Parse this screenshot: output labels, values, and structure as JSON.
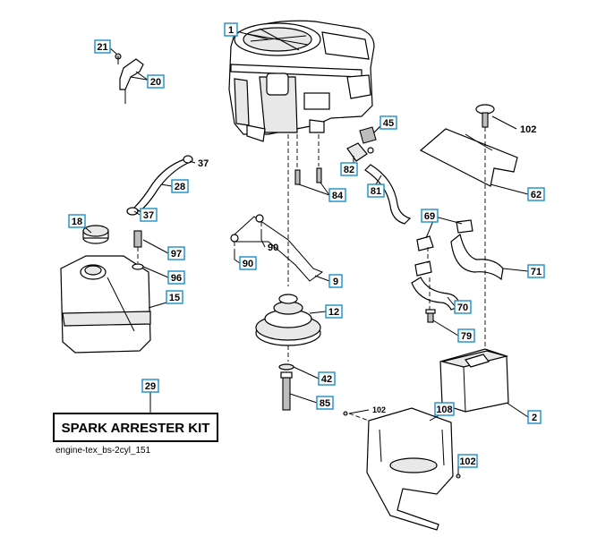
{
  "callouts": {
    "c1": "1",
    "c21": "21",
    "c20": "20",
    "c45": "45",
    "c102a": "102",
    "c37a": "37",
    "c28": "28",
    "c37b": "37",
    "c82": "82",
    "c84": "84",
    "c81": "81",
    "c62": "62",
    "c18": "18",
    "c97": "97",
    "c96": "96",
    "c15": "15",
    "c90a": "90",
    "c90b": "90",
    "c9": "9",
    "c12": "12",
    "c69": "69",
    "c71": "71",
    "c70": "70",
    "c79": "79",
    "c42": "42",
    "c85": "85",
    "c29": "29",
    "c2": "2",
    "c102b": "102",
    "c108": "108",
    "c102c": "102"
  },
  "kit_label": "SPARK ARRESTER KIT",
  "caption": "engine-tex_bs-2cyl_151",
  "colors": {
    "callout_border": "#1a8fc9",
    "line": "#000000"
  }
}
